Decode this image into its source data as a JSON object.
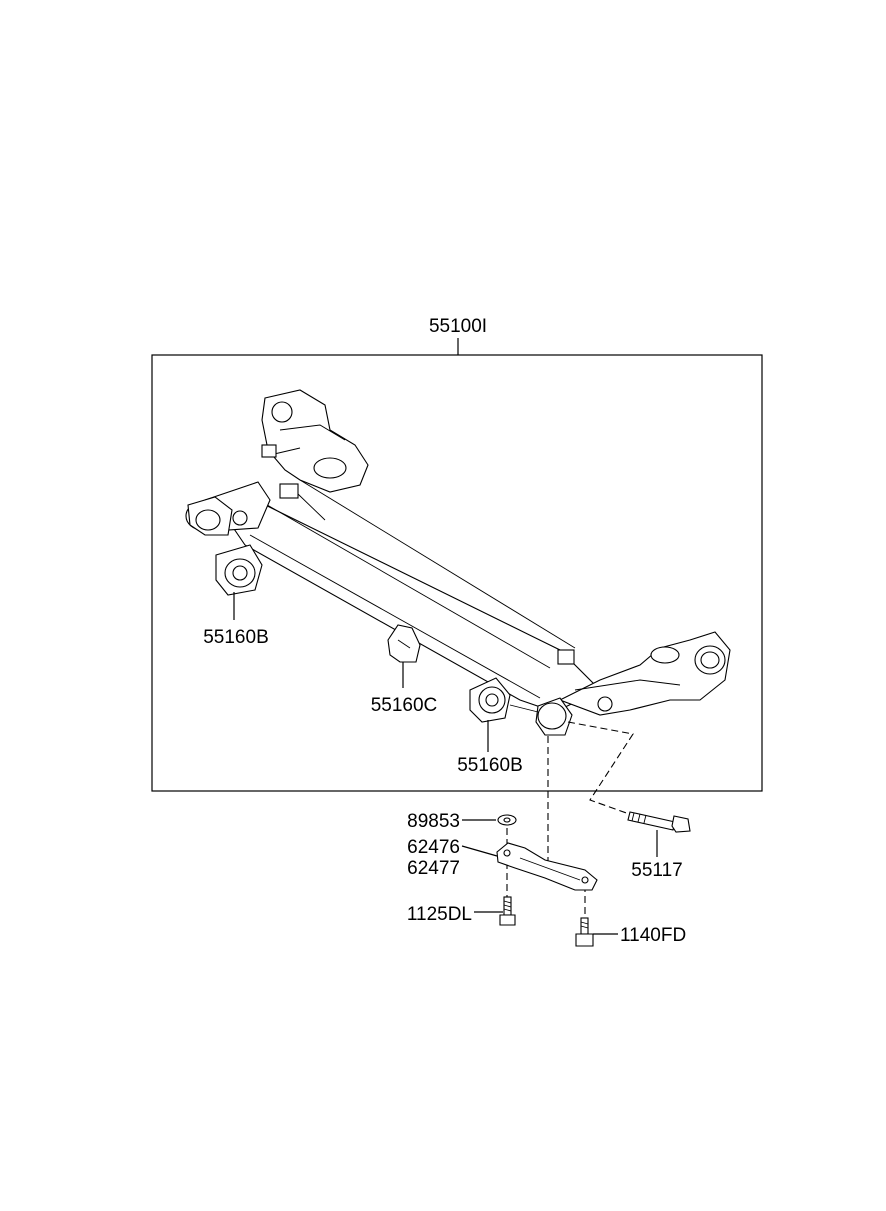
{
  "labels": {
    "assembly": "55100I",
    "bushing_left": "55160B",
    "stopper": "55160C",
    "bushing_right": "55160B",
    "washer": "89853",
    "bracket_a": "62476",
    "bracket_b": "62477",
    "bolt_small": "1125DL",
    "bolt_flange": "1140FD",
    "bolt_long": "55117"
  }
}
